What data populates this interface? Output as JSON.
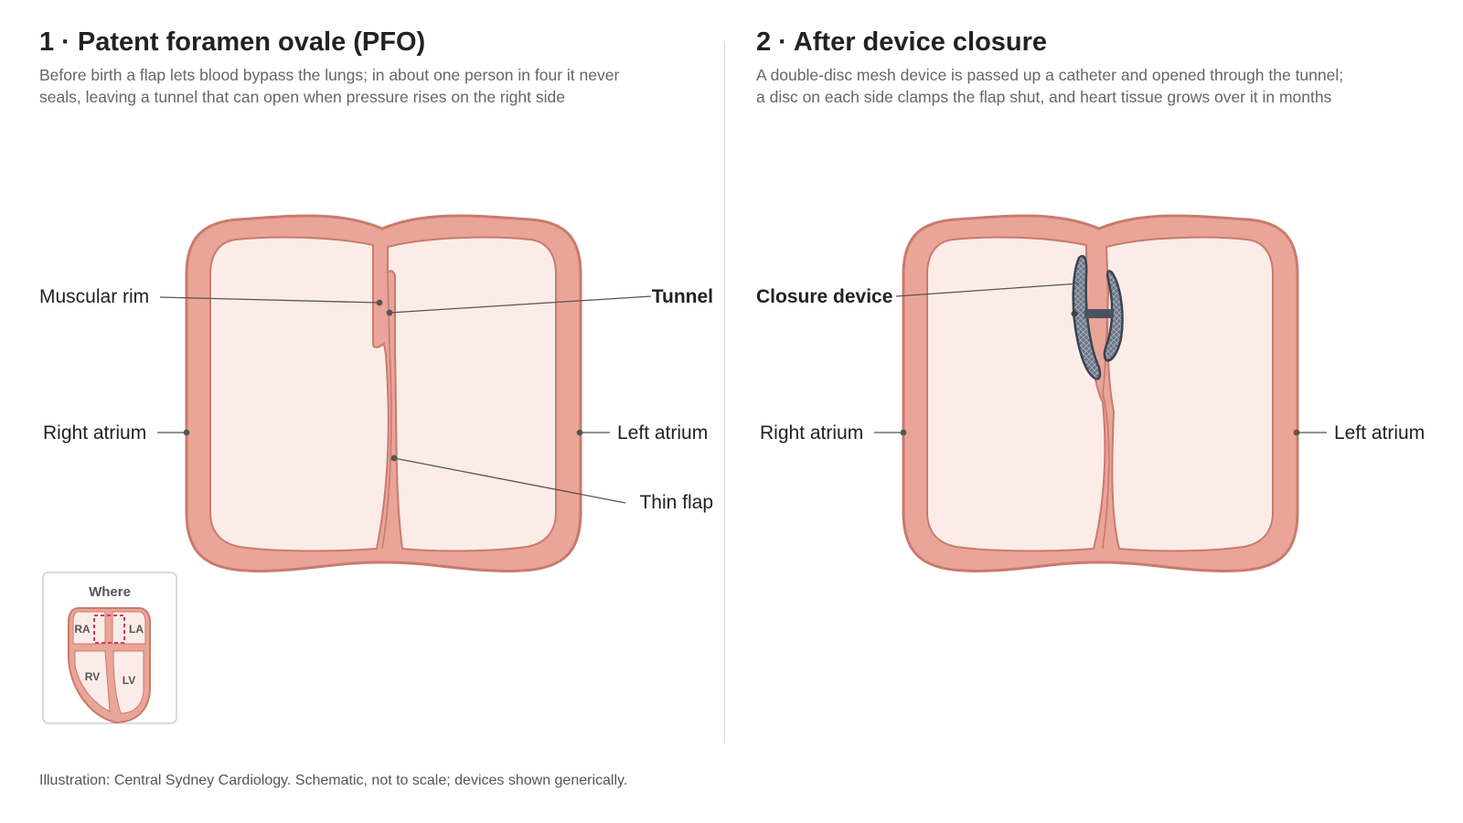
{
  "panels": [
    {
      "title": "1 · Patent foramen ovale (PFO)",
      "subtitle_lines": [
        "Before birth a flap lets blood bypass the lungs; in about one person in four it never",
        "seals, leaving a tunnel that can open when pressure rises on the right side"
      ],
      "labels": {
        "muscular_rim": "Muscular rim",
        "tunnel": "Tunnel",
        "right_atrium": "Right atrium",
        "left_atrium": "Left atrium",
        "thin_flap": "Thin flap"
      }
    },
    {
      "title": "2 · After device closure",
      "subtitle_lines": [
        "A double-disc mesh device is passed up a catheter and opened through the tunnel;",
        "a disc on each side clamps the flap shut, and heart tissue grows over it in months"
      ],
      "labels": {
        "closure_device": "Closure device",
        "right_atrium": "Right atrium",
        "left_atrium": "Left atrium"
      }
    }
  ],
  "inset": {
    "title": "Where",
    "chambers": {
      "ra": "RA",
      "la": "LA",
      "rv": "RV",
      "lv": "LV"
    }
  },
  "footer": "Illustration: Central Sydney Cardiology. Schematic, not to scale; devices shown generically.",
  "colors": {
    "tissue_fill": "#e9a597",
    "tissue_stroke": "#c97a6d",
    "chamber_fill": "#fcece8",
    "device": "#6b7585",
    "device_dark": "#3c4350",
    "highlight": "#d9365f",
    "leader": "#555555"
  },
  "icons": [
    "heart-atria-diagram",
    "closure-device-icon",
    "heart-inset-icon"
  ]
}
